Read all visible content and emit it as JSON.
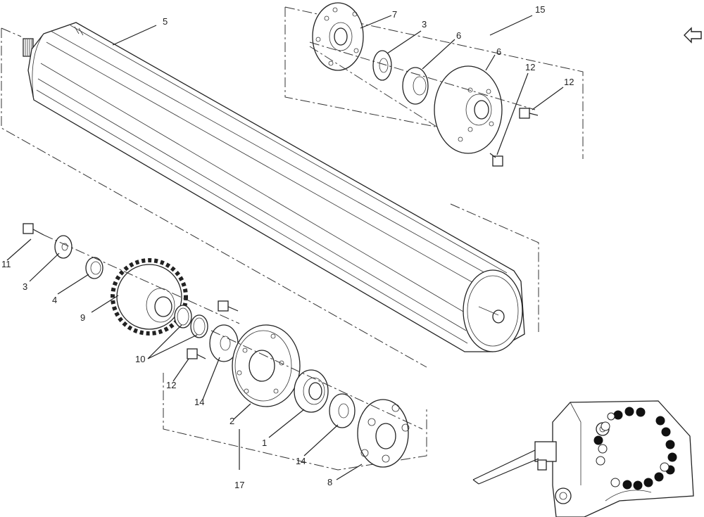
{
  "callouts": {
    "c1": "5",
    "c2": "7",
    "c3": "3",
    "c4": "6",
    "c5": "6",
    "c6": "15",
    "c7": "12",
    "c8": "12",
    "c9": "11",
    "c10": "3",
    "c11": "4",
    "c12": "9",
    "c13": "10",
    "c14": "12",
    "c15": "14",
    "c16": "2",
    "c17": "1",
    "c18": "14",
    "c19": "8",
    "c20": "17"
  },
  "navigation": {
    "icon": "return-arrow-icon"
  },
  "locator": {
    "filled_positions": 13,
    "empty_positions": 6,
    "colors": {
      "filled": "#111111",
      "empty": "#ffffff"
    }
  }
}
